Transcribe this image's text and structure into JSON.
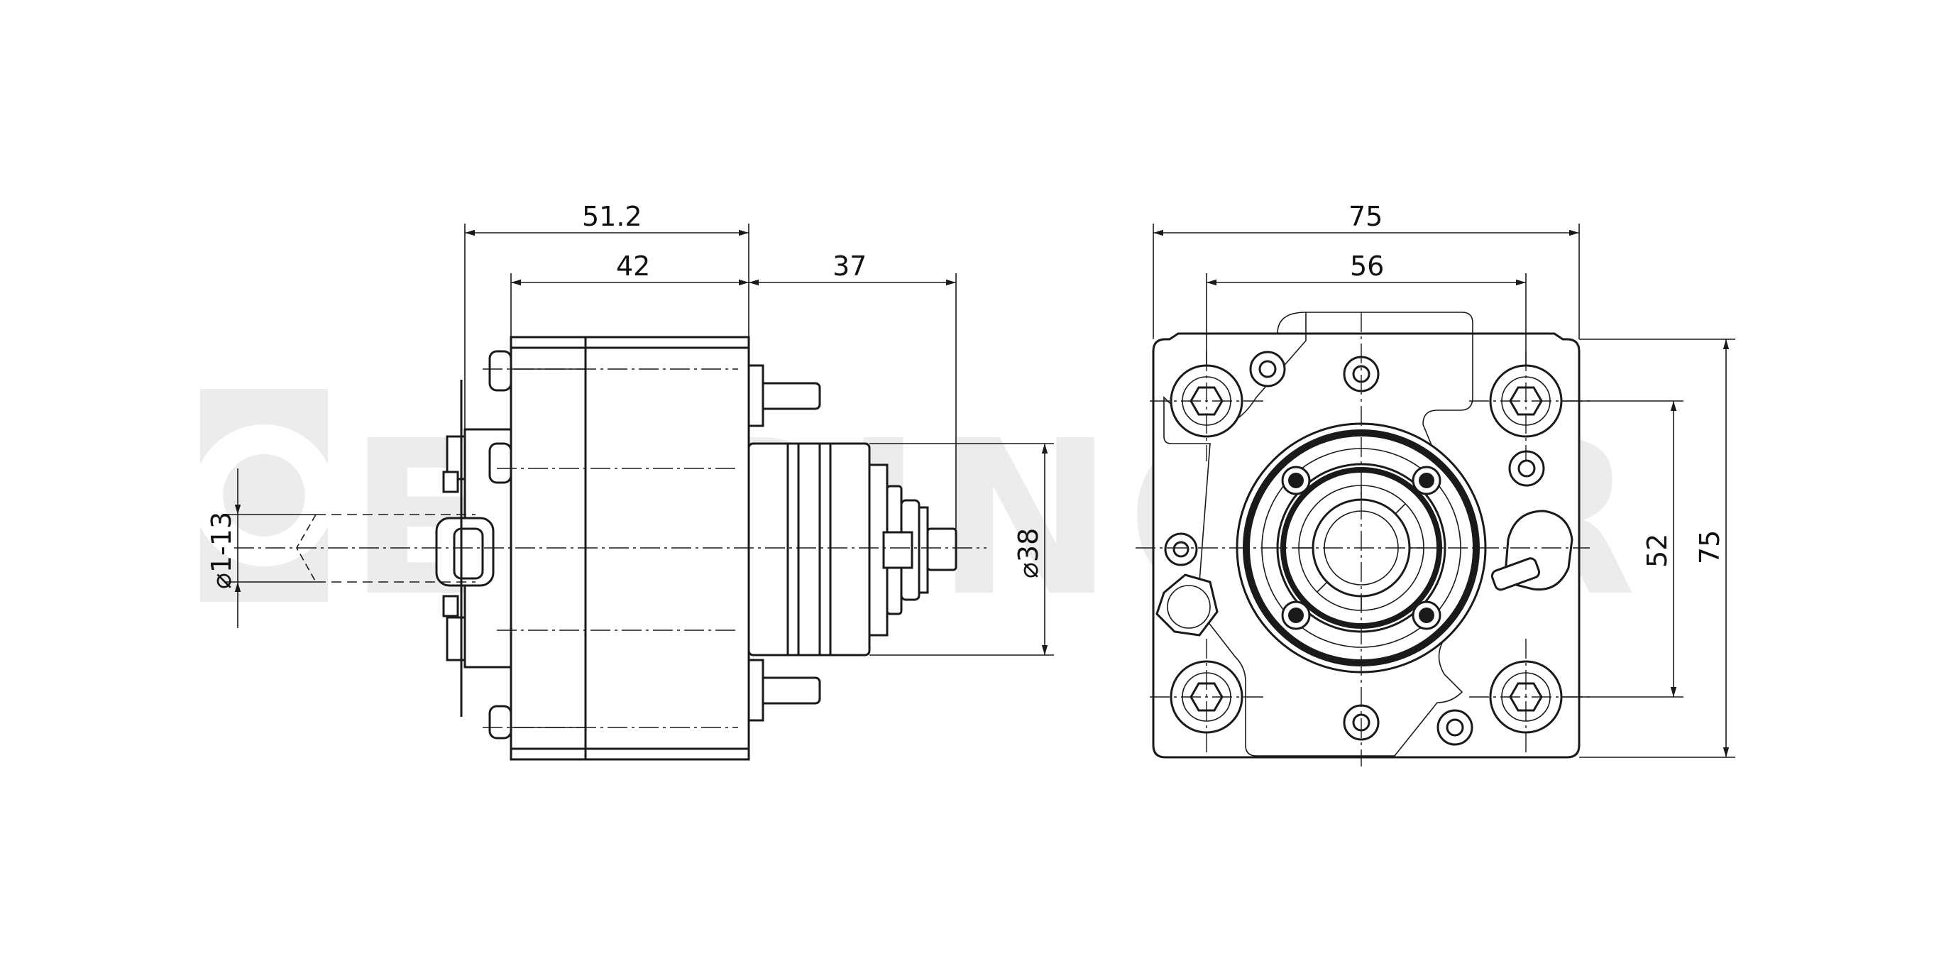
{
  "watermark": {
    "text": "EPPINGER"
  },
  "side_view": {
    "dimensions": {
      "overall_length": "51.2",
      "body_length": "42",
      "shank_length": "37",
      "shank_diameter": "⌀38",
      "clamping_range": "⌀1-13"
    }
  },
  "front_view": {
    "dimensions": {
      "width": "75",
      "bolt_spacing_h": "56",
      "bolt_spacing_v": "52",
      "height": "75"
    }
  },
  "colors": {
    "line": "#1a1a1a",
    "watermark": "#ececec",
    "background": "#ffffff"
  }
}
